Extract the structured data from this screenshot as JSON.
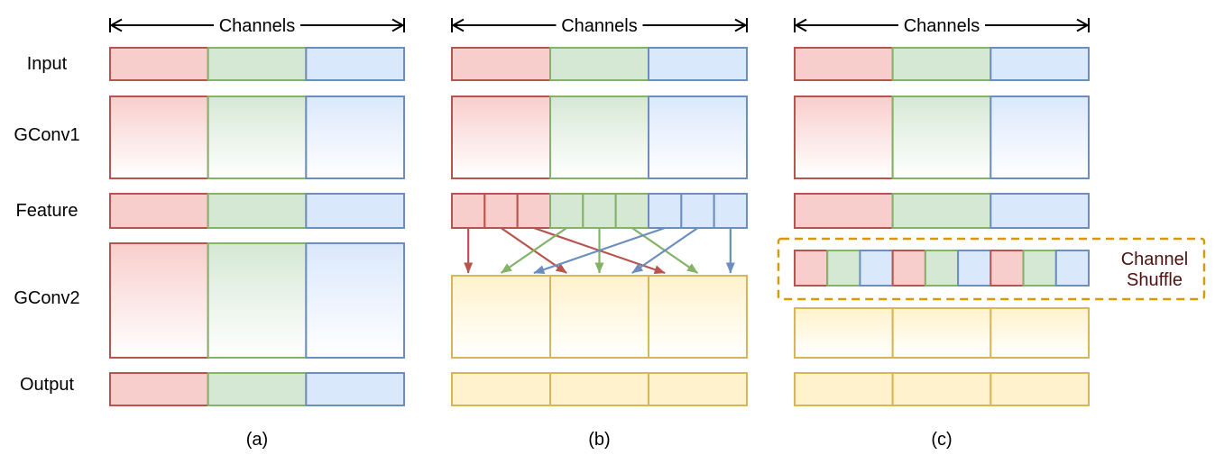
{
  "labels": {
    "rows": [
      "Input",
      "GConv1",
      "Feature",
      "GConv2",
      "Output"
    ],
    "channels": "Channels",
    "panels": [
      "(a)",
      "(b)",
      "(c)"
    ],
    "channel_shuffle": [
      "Channel",
      "Shuffle"
    ]
  },
  "palette": {
    "red_fill": "#F8CECC",
    "red_stroke": "#B85450",
    "green_fill": "#D5E8D4",
    "green_stroke": "#82B366",
    "blue_fill": "#DAE8FC",
    "blue_stroke": "#6C8EBF",
    "yellow_fill": "#FFF2CC",
    "yellow_stroke": "#D6B656",
    "shuffle_box_stroke": "#D79B00",
    "shuffle_text": "#4D1111",
    "label_text": "#000000",
    "background": "#FFFFFF"
  },
  "structure": {
    "groups_order": [
      "red",
      "green",
      "blue"
    ],
    "feature_subcells_b": [
      "red",
      "red",
      "red",
      "green",
      "green",
      "green",
      "blue",
      "blue",
      "blue"
    ],
    "arrow_targets_b": [
      0,
      3,
      6,
      1,
      4,
      7,
      2,
      5,
      8
    ],
    "shuffle_cells_c": [
      "red",
      "green",
      "blue",
      "red",
      "green",
      "blue",
      "red",
      "green",
      "blue"
    ]
  }
}
